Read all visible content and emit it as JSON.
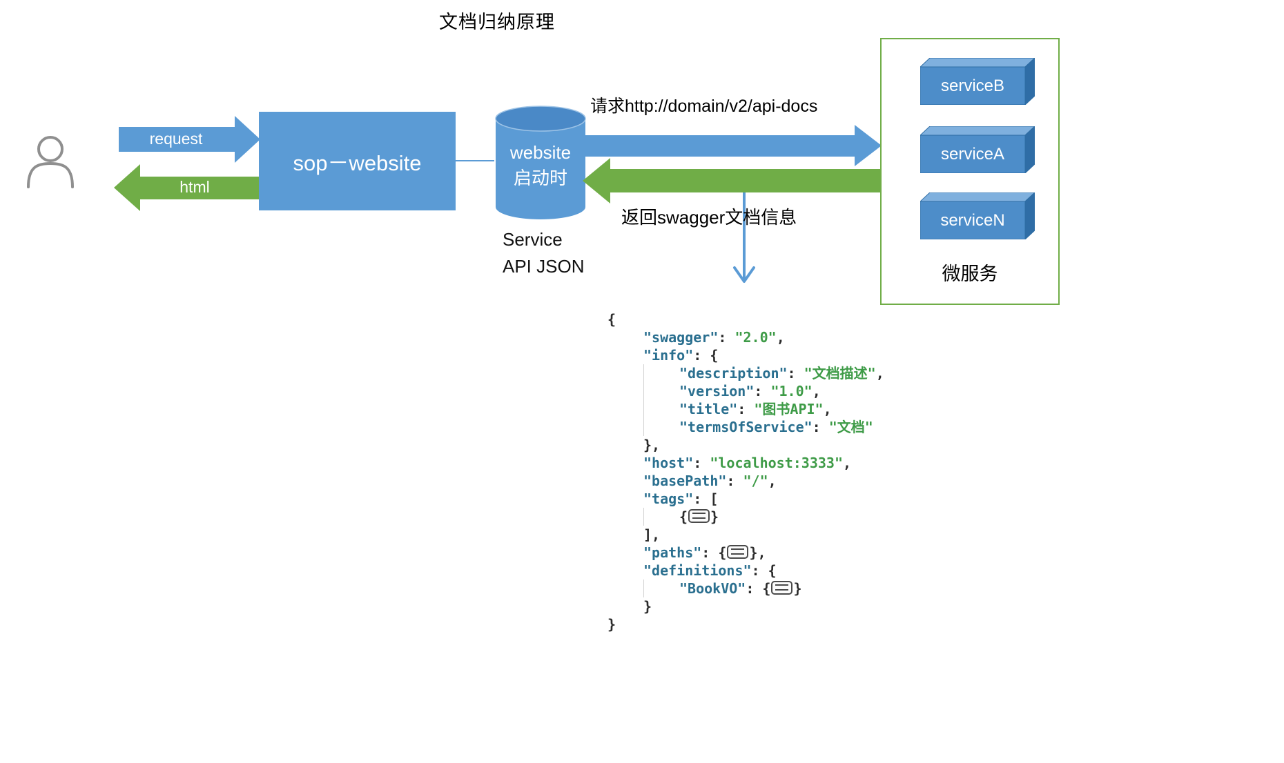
{
  "title": "文档归纳原理",
  "flow": {
    "request_arrow_label": "request",
    "html_arrow_label": "html",
    "sop_website_box": "sop－website",
    "cylinder": {
      "line1": "website",
      "line2": "启动时",
      "caption_line1": "Service",
      "caption_line2": "API JSON"
    },
    "request_url_label": "请求http://domain/v2/api-docs",
    "return_swagger_label": "返回swagger文档信息"
  },
  "microservices": {
    "label": "微服务",
    "services": [
      "serviceB",
      "serviceA",
      "serviceN"
    ]
  },
  "colors": {
    "arrow_blue": "#5B9BD5",
    "arrow_green": "#70AD47",
    "box_blue": "#5B9BD5",
    "micro_border_green": "#70AD47",
    "service_box_front": "#4D8DC9",
    "service_box_top": "#7FB0DE",
    "service_box_side": "#2F6DA6",
    "code_key": "#2A6F8F",
    "code_string": "#3E9B47",
    "code_punct": "#2B2B2B"
  },
  "code": {
    "lines": [
      {
        "indent": 0,
        "tokens": [
          {
            "c": "p",
            "v": "{"
          }
        ]
      },
      {
        "indent": 1,
        "tokens": [
          {
            "c": "k",
            "v": "\"swagger\""
          },
          {
            "c": "p",
            "v": ": "
          },
          {
            "c": "s",
            "v": "\"2.0\""
          },
          {
            "c": "p",
            "v": ","
          }
        ]
      },
      {
        "indent": 1,
        "tokens": [
          {
            "c": "k",
            "v": "\"info\""
          },
          {
            "c": "p",
            "v": ": {"
          }
        ]
      },
      {
        "indent": 2,
        "tokens": [
          {
            "c": "k",
            "v": "\"description\""
          },
          {
            "c": "p",
            "v": ": "
          },
          {
            "c": "s",
            "v": "\"文档描述\""
          },
          {
            "c": "p",
            "v": ","
          }
        ]
      },
      {
        "indent": 2,
        "tokens": [
          {
            "c": "k",
            "v": "\"version\""
          },
          {
            "c": "p",
            "v": ": "
          },
          {
            "c": "s",
            "v": "\"1.0\""
          },
          {
            "c": "p",
            "v": ","
          }
        ]
      },
      {
        "indent": 2,
        "tokens": [
          {
            "c": "k",
            "v": "\"title\""
          },
          {
            "c": "p",
            "v": ": "
          },
          {
            "c": "s",
            "v": "\"图书API\""
          },
          {
            "c": "p",
            "v": ","
          }
        ]
      },
      {
        "indent": 2,
        "tokens": [
          {
            "c": "k",
            "v": "\"termsOfService\""
          },
          {
            "c": "p",
            "v": ": "
          },
          {
            "c": "s",
            "v": "\"文档\""
          }
        ]
      },
      {
        "indent": 1,
        "tokens": [
          {
            "c": "p",
            "v": "},"
          }
        ]
      },
      {
        "indent": 1,
        "tokens": [
          {
            "c": "k",
            "v": "\"host\""
          },
          {
            "c": "p",
            "v": ": "
          },
          {
            "c": "s",
            "v": "\"localhost:3333\""
          },
          {
            "c": "p",
            "v": ","
          }
        ]
      },
      {
        "indent": 1,
        "tokens": [
          {
            "c": "k",
            "v": "\"basePath\""
          },
          {
            "c": "p",
            "v": ": "
          },
          {
            "c": "s",
            "v": "\"/\""
          },
          {
            "c": "p",
            "v": ","
          }
        ]
      },
      {
        "indent": 1,
        "tokens": [
          {
            "c": "k",
            "v": "\"tags\""
          },
          {
            "c": "p",
            "v": ": ["
          }
        ]
      },
      {
        "indent": 2,
        "tokens": [
          {
            "c": "p",
            "v": "{"
          },
          {
            "c": "box"
          },
          {
            "c": "p",
            "v": "}"
          }
        ]
      },
      {
        "indent": 1,
        "tokens": [
          {
            "c": "p",
            "v": "],"
          }
        ]
      },
      {
        "indent": 1,
        "tokens": [
          {
            "c": "k",
            "v": "\"paths\""
          },
          {
            "c": "p",
            "v": ": "
          },
          {
            "c": "p",
            "v": "{"
          },
          {
            "c": "box"
          },
          {
            "c": "p",
            "v": "},"
          }
        ]
      },
      {
        "indent": 1,
        "tokens": [
          {
            "c": "k",
            "v": "\"definitions\""
          },
          {
            "c": "p",
            "v": ": {"
          }
        ]
      },
      {
        "indent": 2,
        "tokens": [
          {
            "c": "k",
            "v": "\"BookVO\""
          },
          {
            "c": "p",
            "v": ": "
          },
          {
            "c": "p",
            "v": "{"
          },
          {
            "c": "box"
          },
          {
            "c": "p",
            "v": "}"
          }
        ]
      },
      {
        "indent": 1,
        "tokens": [
          {
            "c": "p",
            "v": "}"
          }
        ]
      },
      {
        "indent": 0,
        "tokens": [
          {
            "c": "p",
            "v": "}"
          }
        ]
      }
    ]
  }
}
